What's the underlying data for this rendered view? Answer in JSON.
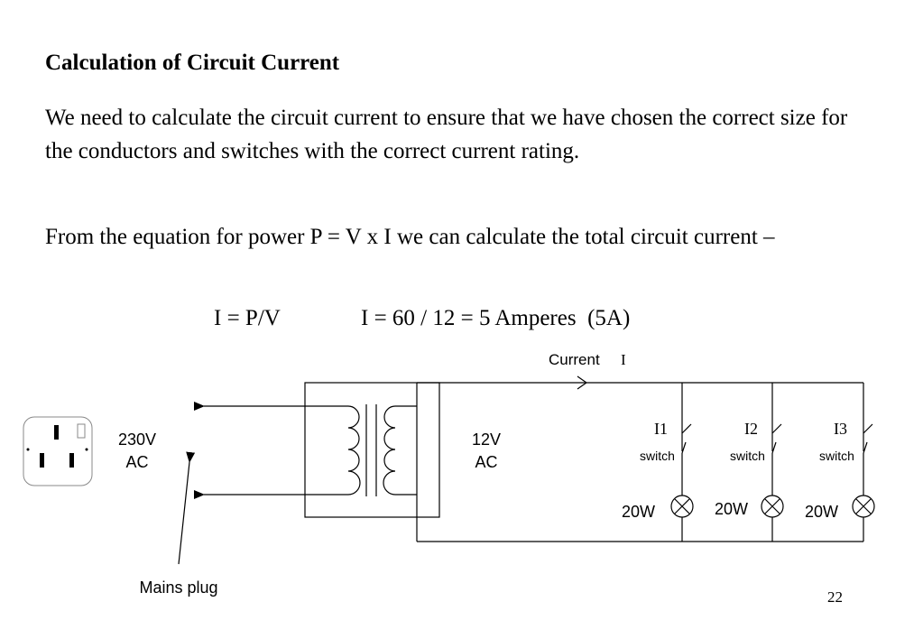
{
  "slide": {
    "heading": "Calculation of Circuit Current",
    "para1": "We need to calculate the circuit current to ensure that we have chosen the correct size for the conductors and switches with the correct current rating.",
    "para2": "From the equation for power P = V x I we can calculate the total circuit current –",
    "equation_left": "I = P/V",
    "equation_right": "I = 60 / 12 = 5 Amperes  (5A)",
    "page_number": "22"
  },
  "diagram": {
    "primary_voltage": "230V",
    "primary_type": "AC",
    "secondary_voltage": "12V",
    "secondary_type": "AC",
    "current_label": "Current",
    "current_symbol": "I",
    "mains_plug_label": "Mains plug",
    "branches": [
      {
        "current": "I1",
        "switch_label": "switch",
        "lamp_power": "20W"
      },
      {
        "current": "I2",
        "switch_label": "switch",
        "lamp_power": "20W"
      },
      {
        "current": "I3",
        "switch_label": "switch",
        "lamp_power": "20W"
      }
    ],
    "colors": {
      "line": "#000000",
      "plug_outline": "#888888"
    },
    "icons": {
      "plug": "mains-socket-icon",
      "lamp": "lamp-icon",
      "switch": "switch-icon",
      "transformer": "transformer-icon"
    }
  }
}
